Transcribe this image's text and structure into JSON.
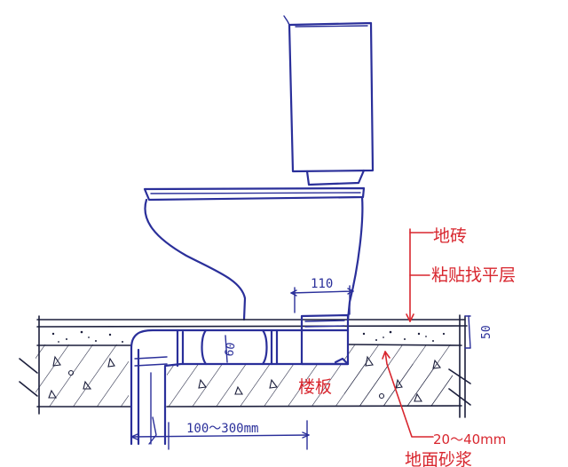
{
  "labels": {
    "floor_tile": "地砖",
    "bonding_leveling_layer": "粘贴找平层",
    "floor_slab": "楼板",
    "pipe_size": "110",
    "pipe_depth": "60",
    "leveling_thickness": "50",
    "offset_distance": "100～300mm",
    "mortar_thickness": "20～40mm",
    "bottom_note": "地面砂浆"
  },
  "colors": {
    "ink_blue": "#2a2f9a",
    "annotation_red": "#d8262e",
    "hatch_dark": "#1c1f3c"
  }
}
